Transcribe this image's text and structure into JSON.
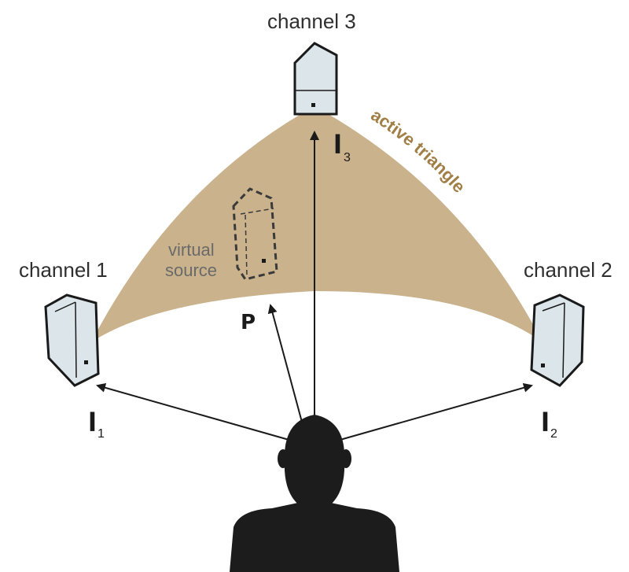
{
  "labels": {
    "channel1": "channel 1",
    "channel2": "channel 2",
    "channel3": "channel 3",
    "virtual_source_line1": "virtual",
    "virtual_source_line2": "source",
    "active_triangle": "active triangle",
    "vector_p": "P",
    "vector_l1": "l",
    "vector_l1_sub": "1",
    "vector_l2": "l",
    "vector_l2_sub": "2",
    "vector_l3": "l",
    "vector_l3_sub": "3"
  },
  "colors": {
    "active_triangle_fill": "#c9b28c",
    "active_triangle_text": "#a07e45",
    "speaker_fill": "#dbe5ea",
    "ink": "#1a1a1a",
    "listener": "#1c1c1c"
  }
}
